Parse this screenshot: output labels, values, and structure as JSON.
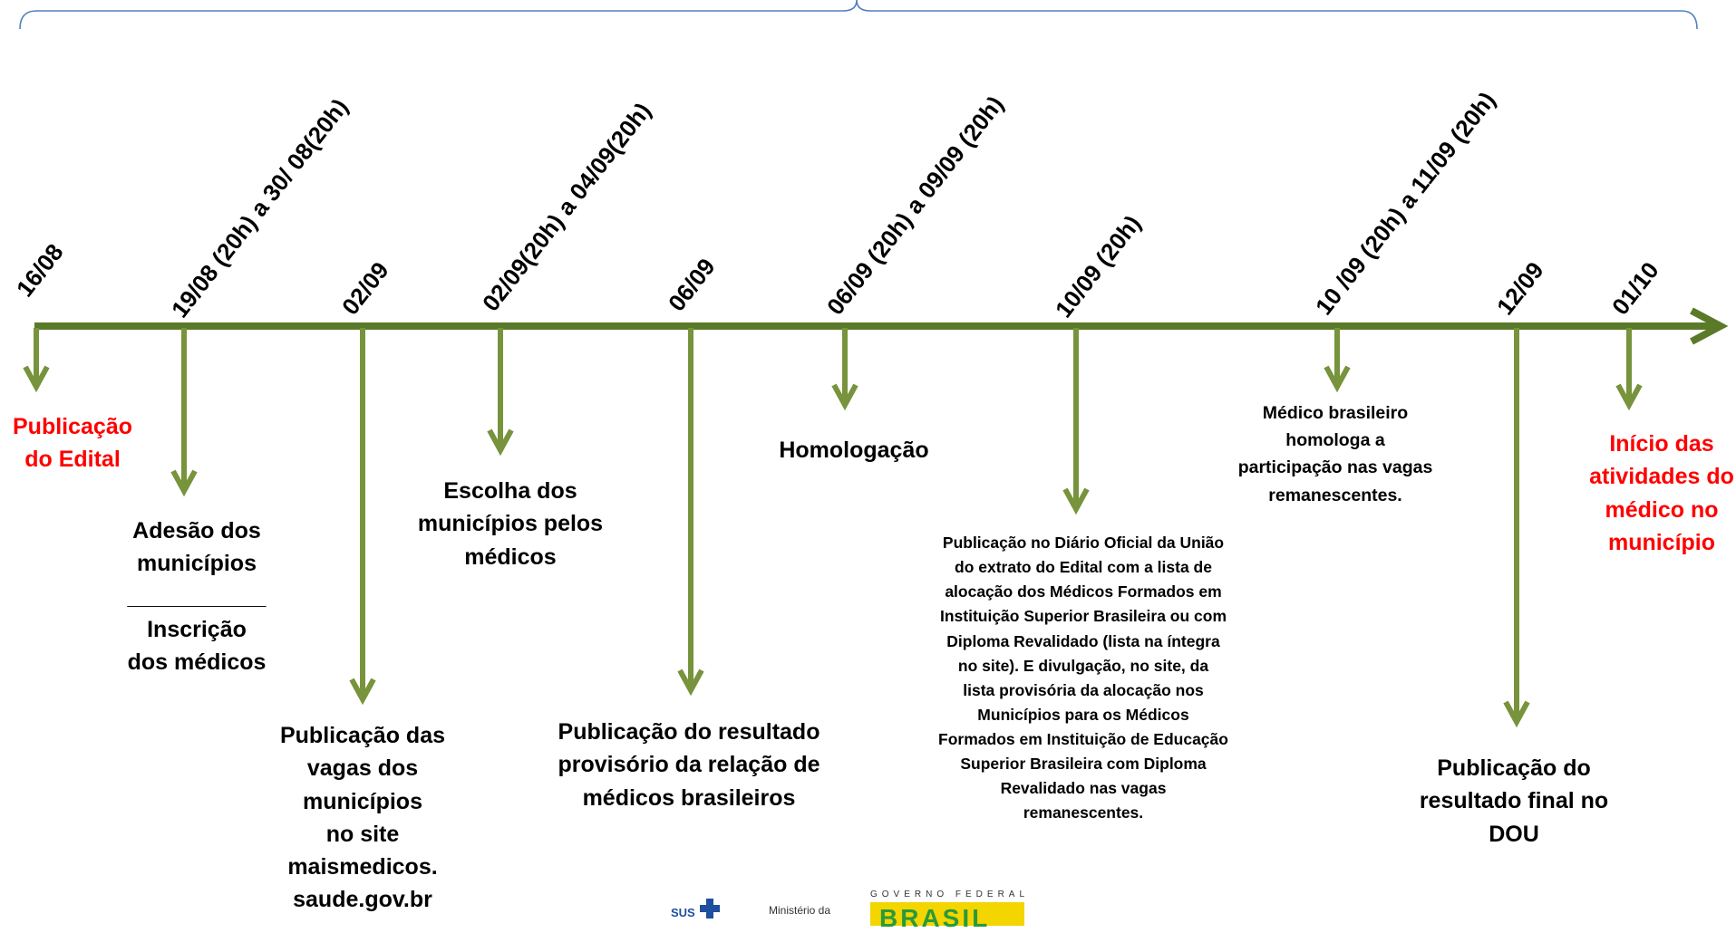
{
  "colors": {
    "timeline": "#5a7a2a",
    "arrow": "#77933c",
    "brace": "#4f81bd",
    "highlight": "#ff0000"
  },
  "dates": [
    "16/08",
    "19/08 (20h) a 30/ 08(20h)",
    "02/09",
    "02/09(20h) a 04/09(20h)",
    "06/09",
    "06/09 (20h) a 09/09 (20h)",
    "10/09 (20h)",
    "10 /09 (20h) a 11/09 (20h)",
    "12/09",
    "01/10"
  ],
  "events": [
    {
      "lines": [
        "Publicação",
        "do Edital"
      ]
    },
    {
      "lines": [
        "Adesão dos",
        "municípios",
        "___________",
        "Inscrição",
        "dos médicos"
      ]
    },
    {
      "lines": [
        "Publicação das",
        "vagas dos",
        "municípios",
        "no site",
        "maismedicos.",
        "saude.gov.br"
      ]
    },
    {
      "lines": [
        "Escolha dos",
        "municípios pelos",
        "médicos"
      ]
    },
    {
      "lines": [
        "Publicação do resultado",
        "provisório da relação de",
        "médicos brasileiros"
      ]
    },
    {
      "lines": [
        "Homologação"
      ]
    },
    {
      "lines": [
        "Publicação no Diário Oficial da União",
        "do extrato do Edital com a lista de",
        "alocação dos Médicos Formados em",
        "Instituição Superior Brasileira ou com",
        "Diploma Revalidado (lista na íntegra",
        "no site).  E divulgação, no site, da",
        "lista provisória da alocação nos",
        "Municípios para os Médicos",
        "Formados em Instituição de Educação",
        "Superior Brasileira com Diploma",
        "Revalidado nas vagas",
        "remanescentes."
      ]
    },
    {
      "lines": [
        "Médico brasileiro",
        "homologa a",
        "participação nas vagas",
        "remanescentes."
      ]
    },
    {
      "lines": [
        "Publicação do",
        "resultado final no",
        "DOU"
      ]
    },
    {
      "lines": [
        "Início das",
        "atividades do",
        "médico no",
        "município"
      ]
    }
  ],
  "footer": {
    "sus": "SUS",
    "ministry": "Ministério da",
    "gov": "GOVERNO FEDERAL",
    "brasil": "BRASIL"
  }
}
